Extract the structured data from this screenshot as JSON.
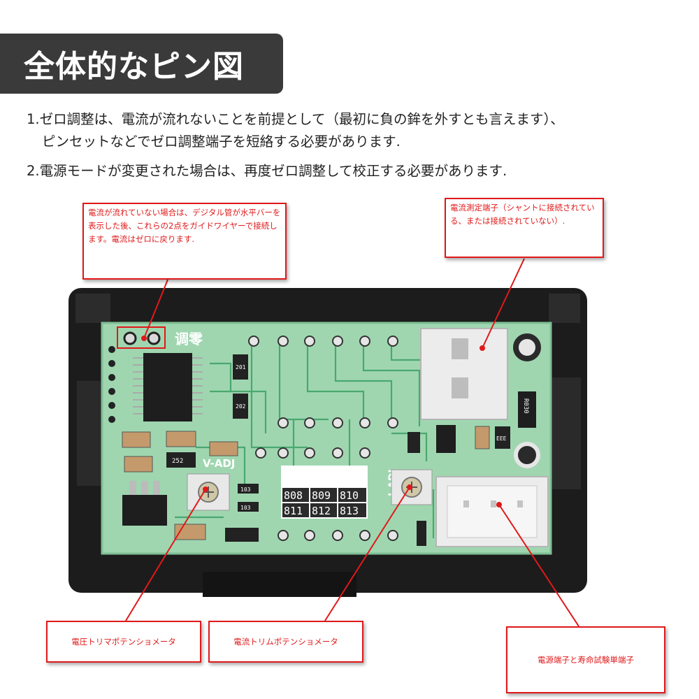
{
  "title": "全体的なピン図",
  "notes": [
    "1.ゼロ調整は、電流が流れないことを前提として（最初に負の鉾を外すとも言えます）、",
    "ピンセットなどでゼロ調整端子を短絡する必要があります.",
    "2.電源モードが変更された場合は、再度ゼロ調整して校正する必要があります."
  ],
  "callouts": {
    "zero_adjust": "電流が流れていない場合は、デジタル管が水平バーを表示した後、これらの2点をガイドワイヤーで接続します。電流はゼロに戻ります.",
    "current_terminal": "電流測定端子（シャントに接続されている、または接続されていない）.",
    "voltage_pot": "電圧トリマポテンショメータ",
    "current_pot": "電流トリムポテンショメータ",
    "power_terminal": "電源端子と寿命試験単端子"
  },
  "board_labels": {
    "zero_silk": "调零",
    "v_adj": "V-ADJ",
    "i_adj": "I-ADJ",
    "seg_top": [
      "808",
      "809",
      "810"
    ],
    "seg_bottom": [
      "811",
      "812",
      "813"
    ],
    "r1": "201",
    "r2": "202",
    "r_shunt": "R030",
    "c1": "252",
    "c2": "103",
    "c3": "103",
    "c4": "EEE"
  },
  "colors": {
    "accent": "#e0191a",
    "pcb": "#9fd6b0",
    "case": "#1c1c1c"
  }
}
